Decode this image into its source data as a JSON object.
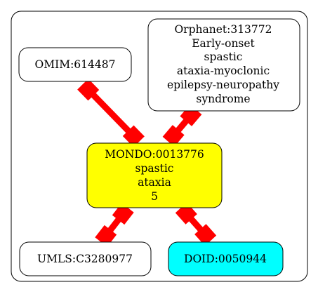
{
  "nodes": {
    "omim": {
      "lines": [
        "OMIM:614487"
      ],
      "fill": "#ffffff"
    },
    "orphanet": {
      "lines": [
        "Orphanet:313772",
        "Early-onset",
        "spastic",
        "ataxia-myoclonic",
        "epilepsy-neuropathy",
        "syndrome"
      ],
      "fill": "#ffffff"
    },
    "mondo": {
      "lines": [
        "MONDO:0013776",
        "spastic",
        "ataxia",
        "5"
      ],
      "fill": "#ffff00"
    },
    "umls": {
      "lines": [
        "UMLS:C3280977"
      ],
      "fill": "#ffffff"
    },
    "doid": {
      "lines": [
        "DOID:0050944"
      ],
      "fill": "#00ffff"
    }
  },
  "edges": [
    {
      "from": "omim",
      "to": "mondo"
    },
    {
      "from": "orphanet",
      "to": "mondo"
    },
    {
      "from": "mondo",
      "to": "umls"
    },
    {
      "from": "mondo",
      "to": "doid"
    }
  ],
  "colors": {
    "edge": "#ff0000",
    "border": "#000000",
    "background": "#ffffff"
  }
}
